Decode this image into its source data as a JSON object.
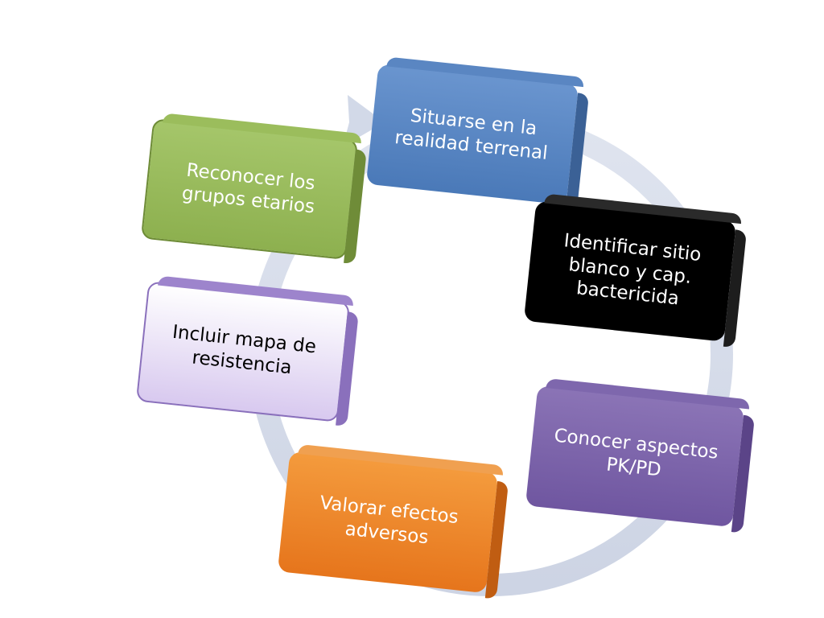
{
  "steps": [
    {
      "id": "situarse",
      "label": "Situarse en la\nrealidad terrenal"
    },
    {
      "id": "identificar",
      "label": "Identificar  sitio\nblanco y cap.\nbactericida"
    },
    {
      "id": "conocer",
      "label": "Conocer aspectos\nPK/PD"
    },
    {
      "id": "valorar",
      "label": "Valorar efectos\nadversos"
    },
    {
      "id": "incluir",
      "label": "Incluir mapa de\nresistencia"
    },
    {
      "id": "reconocer",
      "label": "Reconocer los\ngrupos etarios"
    }
  ],
  "colors": {
    "blue": "#4f81bd",
    "black": "#000000",
    "purple": "#8064a2",
    "orange": "#f79646",
    "lilac": "#e4dcf2",
    "green": "#9bbb59",
    "arrow": "#d5dbe8"
  }
}
